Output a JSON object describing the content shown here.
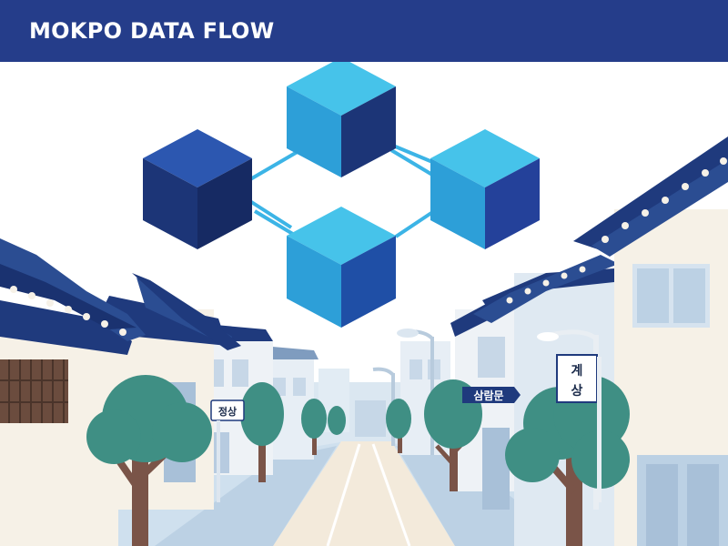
{
  "header": {
    "title": "MOKPO DATA FLOW"
  },
  "signs": {
    "left": "정상",
    "center": "삼람문",
    "right_line1": "계",
    "right_line2": "상"
  },
  "colors": {
    "banner": "#253d8a",
    "navy": "#1f3a7d",
    "cube_light": "#32b3e6",
    "cube_dark": "#1c3577",
    "connector": "#3cb4e6",
    "tree": "#3f8f84",
    "wall": "#f7f1e6",
    "pale_blue": "#cfe0ee"
  },
  "icons": [
    "data-cube-network-illustration",
    "hanok-street-illustration"
  ]
}
